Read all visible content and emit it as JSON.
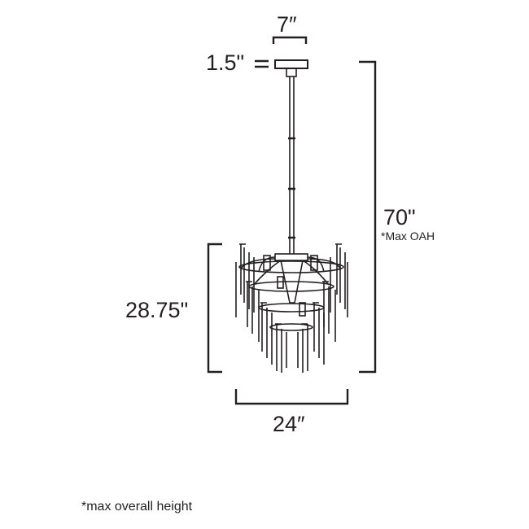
{
  "dimensions": {
    "canopy_width": "7″",
    "canopy_height": "1.5\"",
    "overall_height": "70\"",
    "overall_height_note": "*Max OAH",
    "body_height": "28.75\"",
    "body_width": "24″"
  },
  "footnote": "*max overall height",
  "colors": {
    "line": "#231f20",
    "background": "#ffffff"
  }
}
